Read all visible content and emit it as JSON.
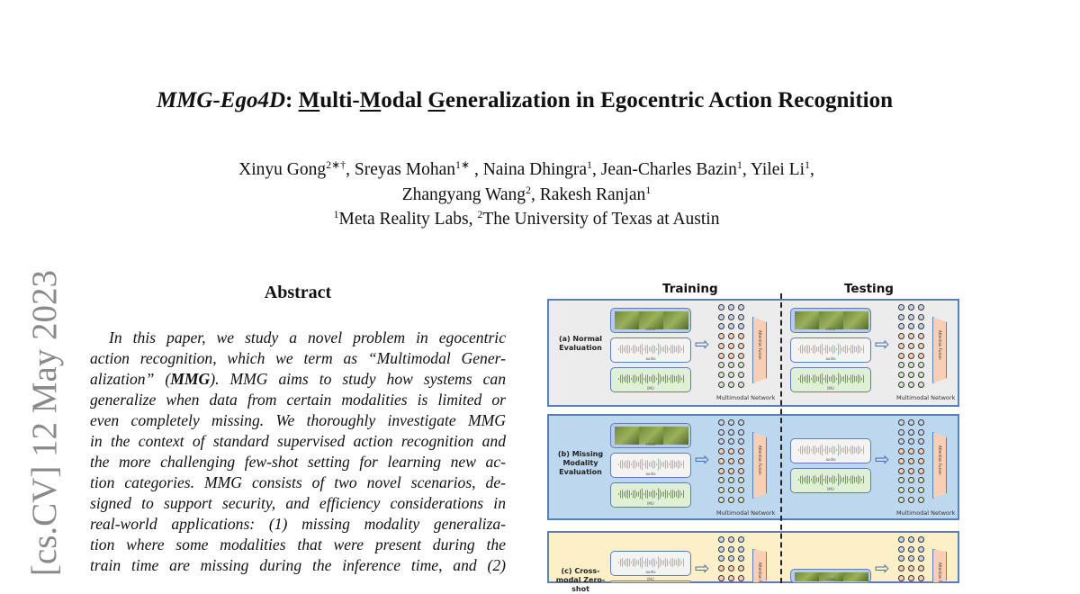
{
  "title": {
    "segments": [
      {
        "t": "MMG-Ego4D",
        "style": "italic"
      },
      {
        "t": ": "
      },
      {
        "t": "M",
        "style": "u"
      },
      {
        "t": "ulti-"
      },
      {
        "t": "M",
        "style": "u"
      },
      {
        "t": "odal "
      },
      {
        "t": "G",
        "style": "u"
      },
      {
        "t": "eneralization in Egocentric Action Recognition"
      }
    ]
  },
  "authors": {
    "line1": [
      {
        "t": "Xinyu Gong"
      },
      {
        "t": "2∗†",
        "sup": true
      },
      {
        "t": ", Sreyas Mohan"
      },
      {
        "t": "1∗",
        "sup": true
      },
      {
        "t": " , Naina Dhingra"
      },
      {
        "t": "1",
        "sup": true
      },
      {
        "t": ", Jean-Charles Bazin"
      },
      {
        "t": "1",
        "sup": true
      },
      {
        "t": ", Yilei Li"
      },
      {
        "t": "1",
        "sup": true
      },
      {
        "t": ","
      }
    ],
    "line2": [
      {
        "t": "Zhangyang Wang"
      },
      {
        "t": "2",
        "sup": true
      },
      {
        "t": ", Rakesh Ranjan"
      },
      {
        "t": "1",
        "sup": true
      }
    ],
    "affiliations": [
      {
        "t": "1",
        "sup": true
      },
      {
        "t": "Meta Reality Labs, "
      },
      {
        "t": "2",
        "sup": true
      },
      {
        "t": "The University of Texas at Austin"
      }
    ]
  },
  "arxiv_stamp": "[cs.CV]  12 May 2023",
  "abstract": {
    "heading": "Abstract",
    "lines": [
      [
        {
          "t": "In this paper, we study a novel problem in egocentric"
        }
      ],
      [
        {
          "t": "action recognition, which we term as “Multimodal Gener-"
        }
      ],
      [
        {
          "t": "alization” ("
        },
        {
          "t": "MMG",
          "style": "bold"
        },
        {
          "t": "). MMG aims to study how systems can"
        }
      ],
      [
        {
          "t": "generalize when data from certain modalities is limited or"
        }
      ],
      [
        {
          "t": "even completely missing. We thoroughly investigate MMG"
        }
      ],
      [
        {
          "t": "in the context of standard supervised action recognition and"
        }
      ],
      [
        {
          "t": "the more challenging few-shot setting for learning new ac-"
        }
      ],
      [
        {
          "t": "tion categories. MMG consists of two novel scenarios, de-"
        }
      ],
      [
        {
          "t": "signed to support security, and efficiency considerations in"
        }
      ],
      [
        {
          "t": "real-world applications: (1) missing modality generaliza-"
        }
      ],
      [
        {
          "t": "tion where some modalities that were present during the"
        }
      ],
      [
        {
          "t": "train time are missing during the inference time, and (2)"
        }
      ]
    ]
  },
  "figure": {
    "training_label": "Training",
    "testing_label": "Testing",
    "network_label": "Multimodal Network",
    "fusion_label": "Attention Fusion",
    "modalities": {
      "video": "video",
      "audio": "audio",
      "imu": "IMU"
    },
    "colors": {
      "video": "#c5d5ee",
      "audio": "#f6cdb0",
      "imu": "#d3e8c5",
      "border": "#5a7fb8"
    },
    "panels": [
      {
        "label": "(a) Normal Evaluation",
        "bg": "#ececec",
        "train": [
          "video",
          "audio",
          "imu"
        ],
        "test": [
          "video",
          "audio",
          "imu"
        ]
      },
      {
        "label": "(b) Missing Modality Evaluation",
        "bg": "#bdd7ee",
        "train": [
          "video",
          "audio",
          "imu"
        ],
        "test": [
          "audio",
          "imu"
        ]
      },
      {
        "label": "(c) Cross-modal Zero-shot",
        "bg": "#fdf0c8",
        "train": [
          "audio",
          "imu"
        ],
        "test": [
          "video"
        ]
      }
    ]
  }
}
